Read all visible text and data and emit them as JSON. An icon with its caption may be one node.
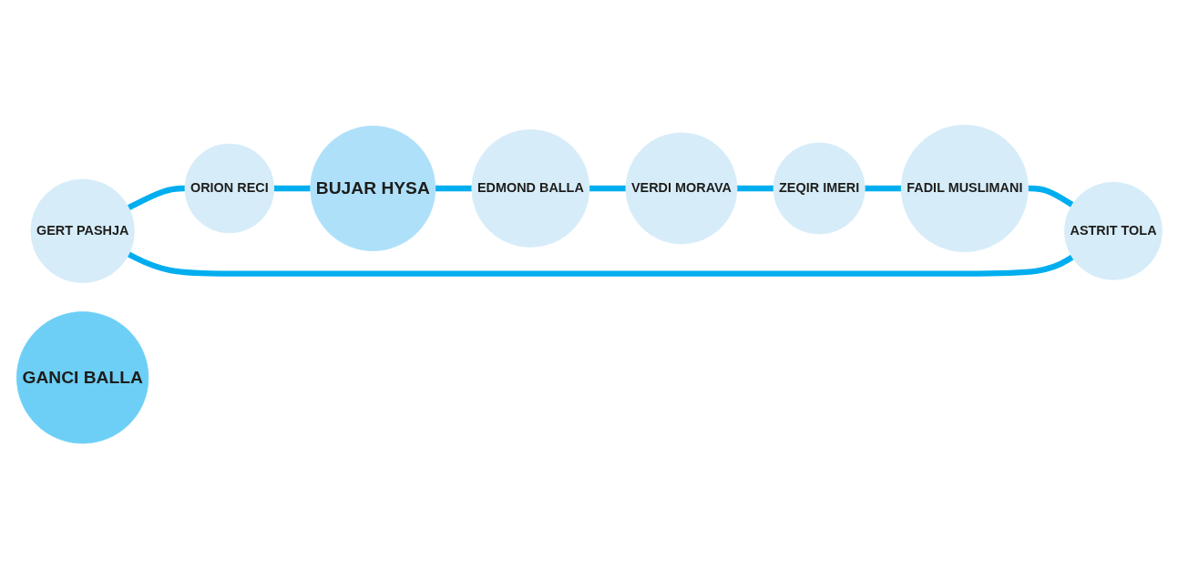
{
  "diagram": {
    "nodes": [
      {
        "text": [
          "GERT PASHJA"
        ]
      },
      {
        "text": [
          "ASTRIT TOLA"
        ]
      },
      {
        "text": [
          "ORION RECI"
        ]
      },
      {
        "text": [
          "FADIL MUSLIMANI"
        ]
      },
      {
        "text": [
          "GANCI BALLA"
        ]
      },
      {
        "text": [
          "BUJAR HYSA"
        ]
      },
      {
        "text": [
          "ZEQIR IMERI"
        ]
      },
      {
        "text": [
          "EDMOND BALLA"
        ]
      },
      {
        "text": [
          "VERDI MORAVA"
        ]
      }
    ],
    "edges": [
      {
        "from": 0,
        "to": 2,
        "arrow": "none"
      },
      {
        "from": 2,
        "to": 5,
        "arrow": "none"
      },
      {
        "from": 5,
        "to": 7,
        "arrow": "none"
      },
      {
        "from": 7,
        "to": 8,
        "arrow": "none"
      },
      {
        "from": 8,
        "to": 6,
        "arrow": "none"
      },
      {
        "from": 6,
        "to": 3,
        "arrow": "none"
      },
      {
        "from": 3,
        "to": 1,
        "arrow": "none"
      },
      {
        "from": 1,
        "to": 0,
        "arrow": "none"
      }
    ]
  }
}
